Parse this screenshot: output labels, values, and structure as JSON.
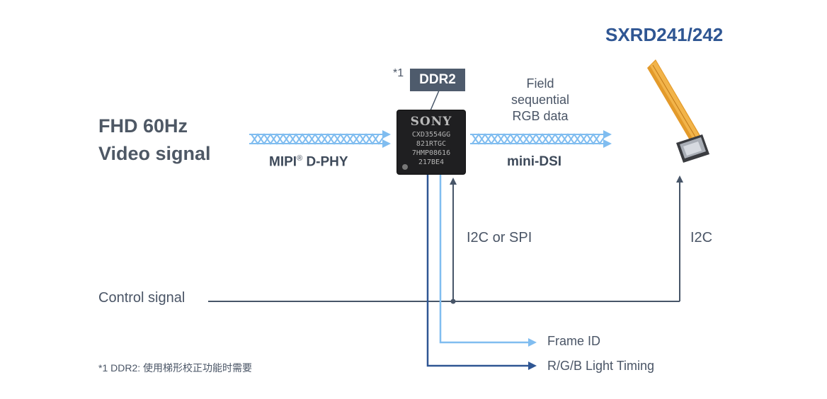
{
  "product_name": "SXRD241/242",
  "input_signal": {
    "line1": "FHD 60Hz",
    "line2": "Video signal"
  },
  "input_interface": {
    "name": "MIPI",
    "mark": "®",
    "suffix": " D-PHY"
  },
  "output_interface": "mini-DSI",
  "output_data_label": "Field\nsequential\nRGB data",
  "memory": {
    "note_mark": "*1",
    "label": "DDR2"
  },
  "chip_marking": {
    "brand": "SONY",
    "lines": [
      "CXD3554GG",
      "821RTGC",
      "7HMP08616",
      "217BE4"
    ]
  },
  "control_signal": "Control signal",
  "control_link_chip": "I2C or SPI",
  "control_link_display": "I2C",
  "outputs": {
    "frame_id": "Frame ID",
    "light_timing": "R/G/B Light Timing"
  },
  "footnote": "*1 DDR2: 使用梯形校正功能时需要",
  "colors": {
    "light_arrow": "#80bdf0",
    "dark_line": "#475568",
    "dark_blue": "#2f5693",
    "ddr_box": "#4e5b6c",
    "title": "#2f5693"
  }
}
